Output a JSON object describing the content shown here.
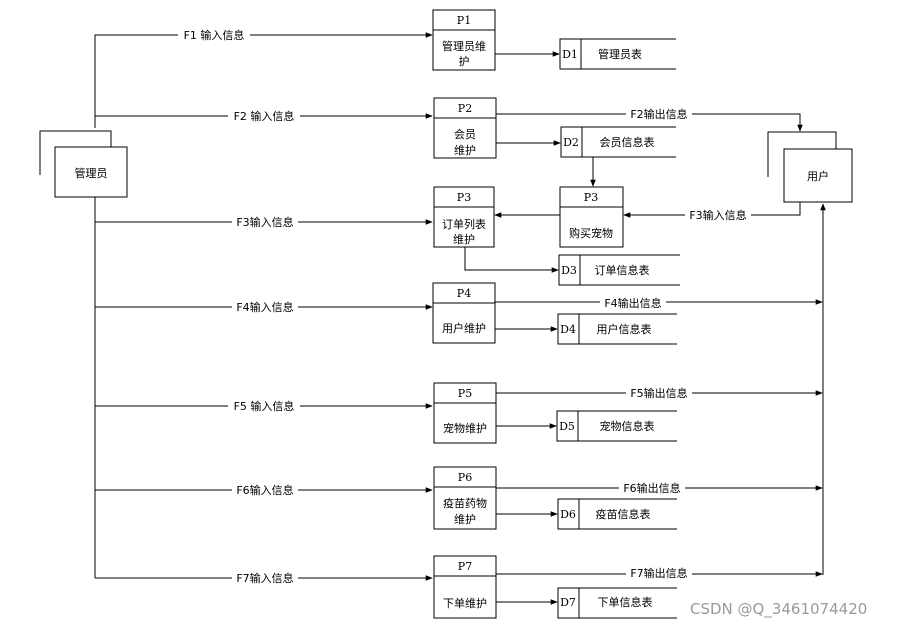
{
  "entities": {
    "admin": "管理员",
    "user": "用户"
  },
  "processes": [
    {
      "id": "P1",
      "lines": [
        "管理员维",
        "护"
      ]
    },
    {
      "id": "P2",
      "lines": [
        "会员",
        "维护"
      ]
    },
    {
      "id": "P3",
      "lines": [
        "订单列表",
        "维护"
      ]
    },
    {
      "id": "P3",
      "lines": [
        "购买宠物"
      ]
    },
    {
      "id": "P4",
      "lines": [
        "用户维护"
      ]
    },
    {
      "id": "P5",
      "lines": [
        "宠物维护"
      ]
    },
    {
      "id": "P6",
      "lines": [
        "疫苗药物",
        "维护"
      ]
    },
    {
      "id": "P7",
      "lines": [
        "下单维护"
      ]
    }
  ],
  "stores": [
    {
      "id": "D1",
      "name": "管理员表"
    },
    {
      "id": "D2",
      "name": "会员信息表"
    },
    {
      "id": "D3",
      "name": "订单信息表"
    },
    {
      "id": "D4",
      "name": "用户信息表"
    },
    {
      "id": "D5",
      "name": "宠物信息表"
    },
    {
      "id": "D6",
      "name": "疫苗信息表"
    },
    {
      "id": "D7",
      "name": "下单信息表"
    }
  ],
  "flows": {
    "f1_in": "F1 输入信息",
    "f2_in": "F2 输入信息",
    "f3_in": "F3输入信息",
    "f4_in": "F4输入信息",
    "f5_in": "F5 输入信息",
    "f6_in": "F6输入信息",
    "f7_in": "F7输入信息",
    "f2_out": "F2输出信息",
    "f3_user_in": "F3输入信息",
    "f4_out": "F4输出信息",
    "f5_out": "F5输出信息",
    "f6_out": "F6输出信息",
    "f7_out": "F7输出信息"
  },
  "watermark": "CSDN @Q_3461074420"
}
